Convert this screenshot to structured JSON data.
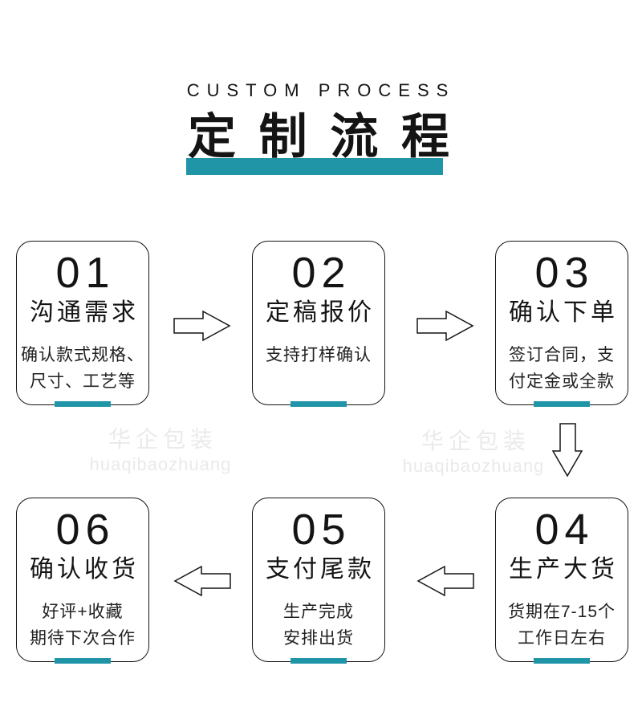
{
  "header": {
    "subtitle": "CUSTOM PROCESS",
    "title": "定 制 流 程"
  },
  "steps": [
    {
      "number": "01",
      "title": "沟通需求",
      "desc": "确认款式规格、\n尺寸、工艺等"
    },
    {
      "number": "02",
      "title": "定稿报价",
      "desc": "支持打样确认"
    },
    {
      "number": "03",
      "title": "确认下单",
      "desc": "签订合同，支\n付定金或全款"
    },
    {
      "number": "04",
      "title": "生产大货",
      "desc": "货期在7-15个\n工作日左右"
    },
    {
      "number": "05",
      "title": "支付尾款",
      "desc": "生产完成\n安排出货"
    },
    {
      "number": "06",
      "title": "确认收货",
      "desc": "好评+收藏\n期待下次合作"
    }
  ],
  "watermark": {
    "cn": "华企包装",
    "pinyin": "huaqibaozhuang"
  },
  "colors": {
    "teal": "#2095a8",
    "text": "#141414",
    "watermark": "#eaeaea"
  }
}
